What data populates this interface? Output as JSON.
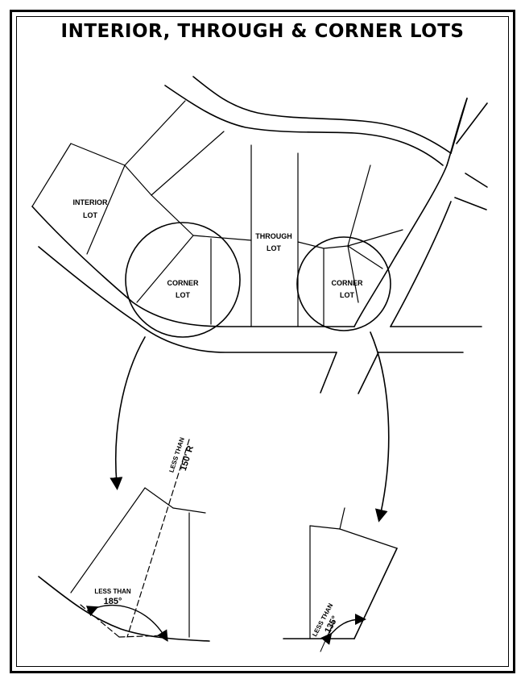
{
  "title": "INTERIOR, THROUGH & CORNER LOTS",
  "labels": {
    "interior_line1": "INTERIOR",
    "interior_line2": "LOT",
    "through_line1": "THROUGH",
    "through_line2": "LOT",
    "corner_left_line1": "CORNER",
    "corner_left_line2": "LOT",
    "corner_right_line1": "CORNER",
    "corner_right_line2": "LOT"
  },
  "details": {
    "left": {
      "radius_line1": "LESS THAN",
      "radius_line2": "150' R",
      "angle_line1": "LESS THAN",
      "angle_line2": "185°"
    },
    "right": {
      "angle_line1": "LESS THAN",
      "angle_line2": "135°"
    }
  },
  "colors": {
    "ink": "#000000",
    "paper": "#ffffff"
  }
}
